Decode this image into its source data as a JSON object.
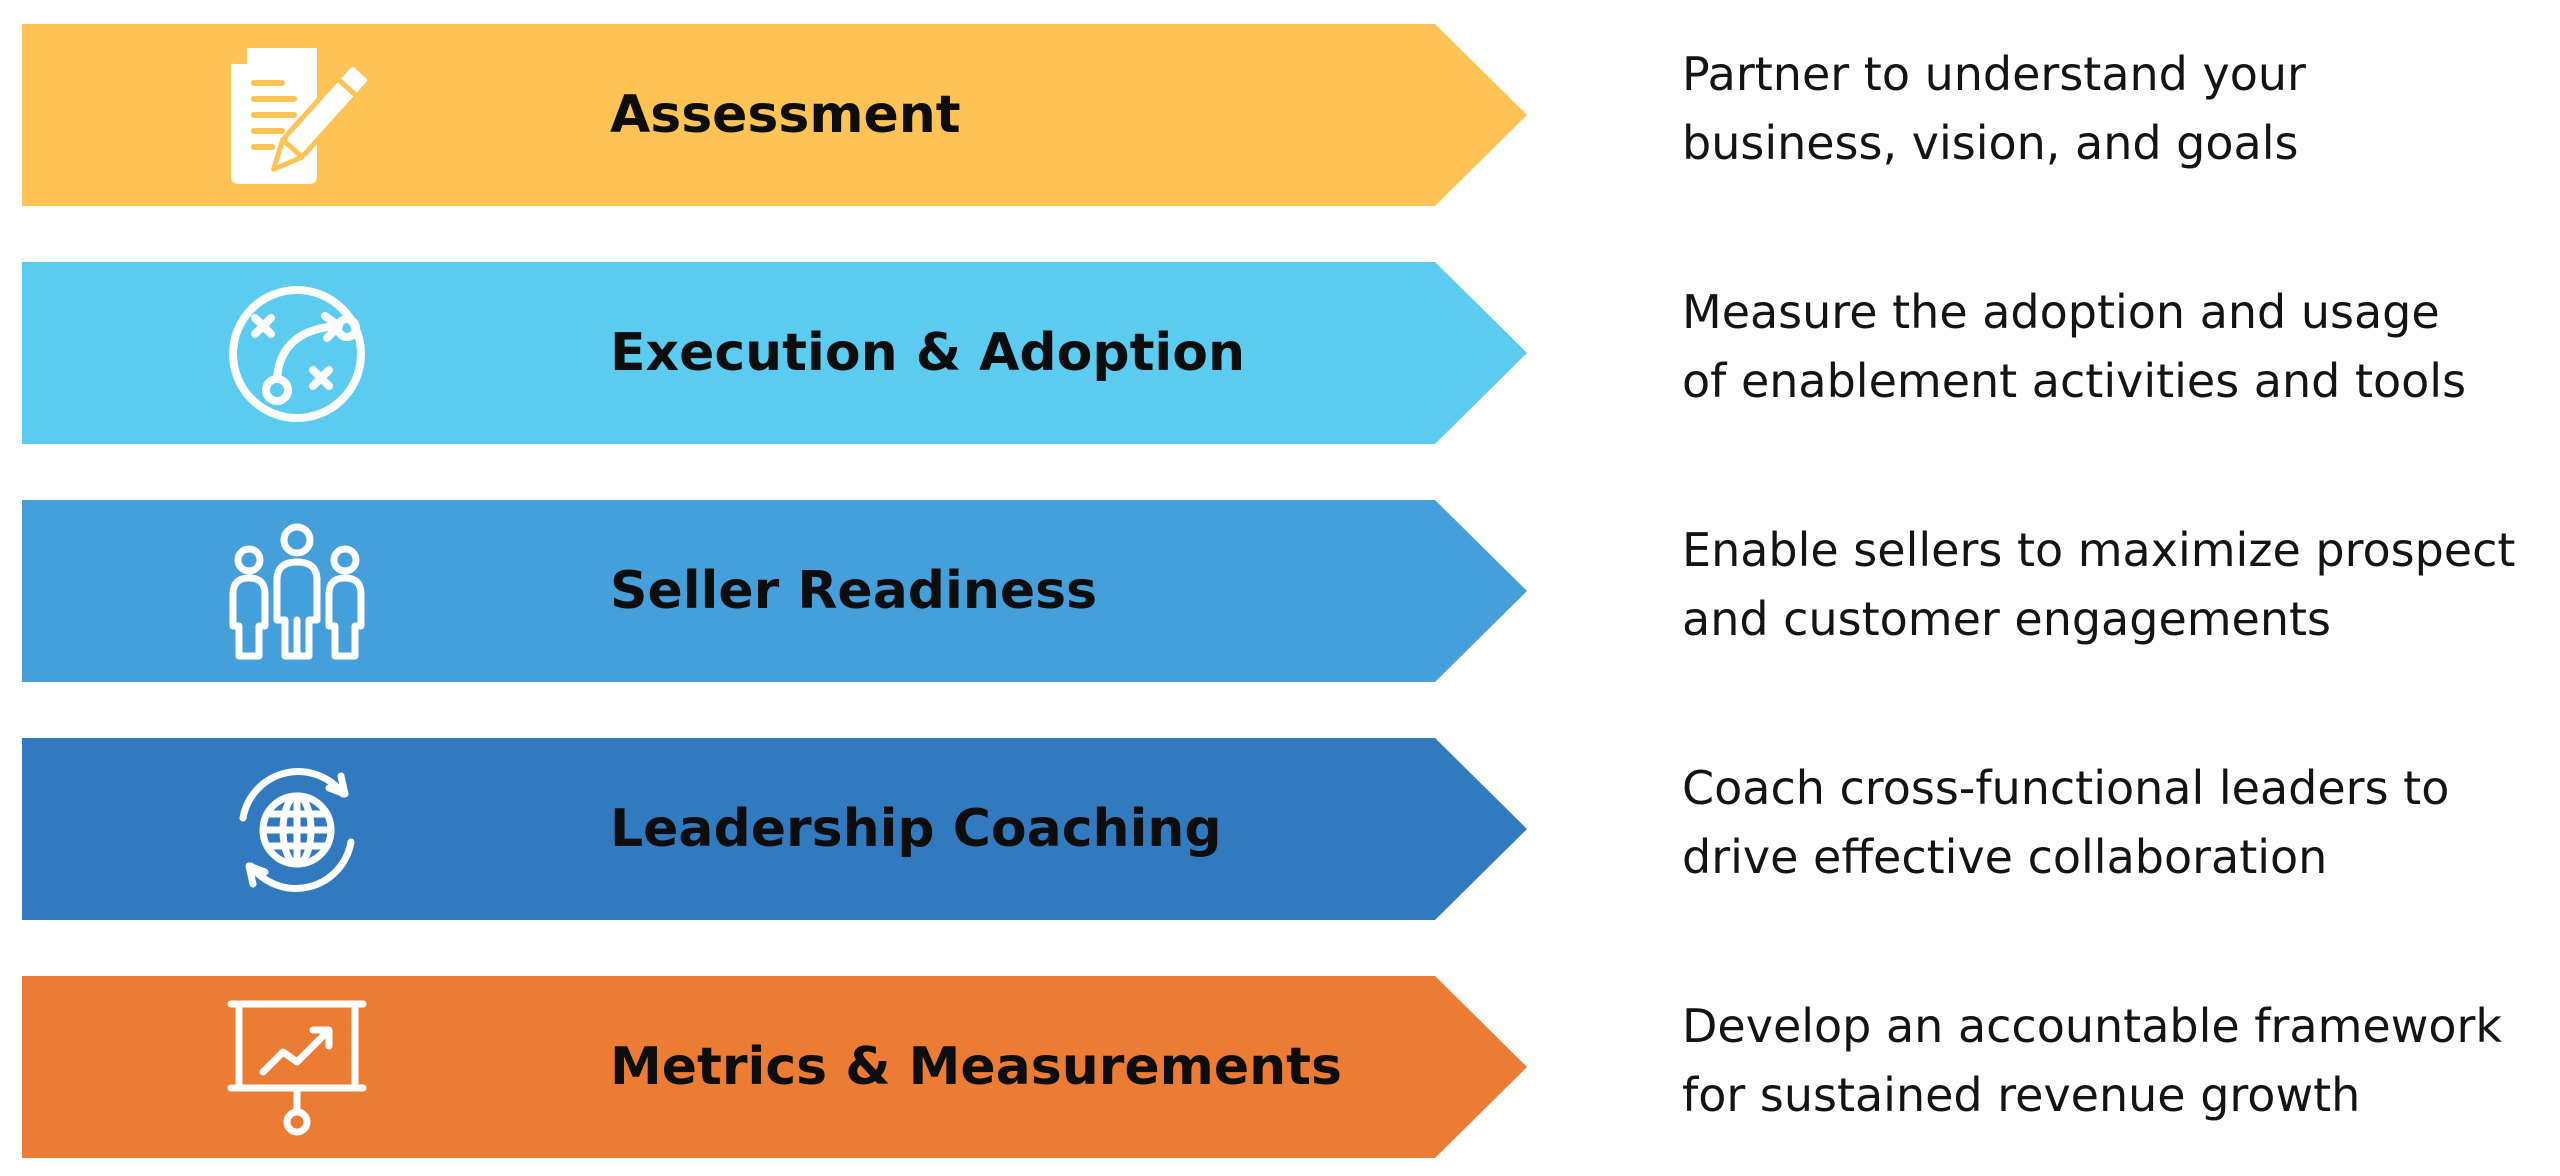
{
  "stages": [
    {
      "label": "Assessment",
      "icon": "document-pencil-icon",
      "color": "#FDC354",
      "description": [
        "Partner to understand your",
        "business, vision, and goals"
      ]
    },
    {
      "label": "Execution & Adoption",
      "icon": "strategy-play-icon",
      "color": "#5BCBF0",
      "description": [
        "Measure the adoption and usage",
        "of enablement activities and tools"
      ]
    },
    {
      "label": "Seller Readiness",
      "icon": "team-people-icon",
      "color": "#449FDA",
      "description": [
        "Enable sellers to maximize prospect",
        "and customer engagements"
      ]
    },
    {
      "label": "Leadership Coaching",
      "icon": "globe-cycle-icon",
      "color": "#327ABF",
      "description": [
        "Coach cross-functional leaders to",
        "drive effective collaboration"
      ]
    },
    {
      "label": "Metrics & Measurements",
      "icon": "presentation-chart-icon",
      "color": "#EC7B33",
      "description": [
        "Develop an accountable framework",
        "for sustained revenue growth"
      ]
    }
  ]
}
